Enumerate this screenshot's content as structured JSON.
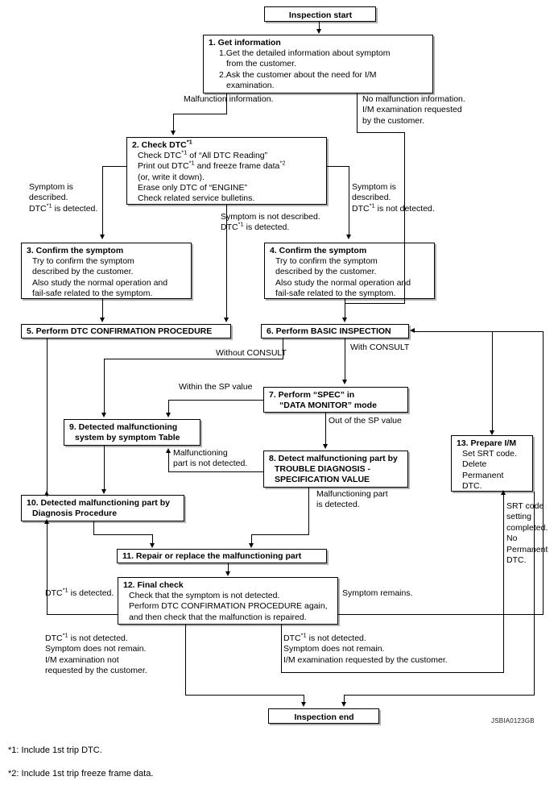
{
  "figure": {
    "code": "JSBIA0123GB"
  },
  "nodes": {
    "start": {
      "label": "Inspection start"
    },
    "end": {
      "label": "Inspection end"
    },
    "n1": {
      "title": "1. Get information",
      "lines": [
        "1.Get the detailed information about symptom",
        "from the customer.",
        "2.Ask the customer about the need for I/M",
        "examination."
      ]
    },
    "n2": {
      "title_pre": "2. Check DTC",
      "title_sup": "*1",
      "lines": [
        "Check DTC*1 of “All DTC Reading”",
        "Print out DTC*1 and freeze frame data*2",
        "(or, write it down).",
        "Erase only DTC of “ENGINE”",
        "Check related service bulletins."
      ]
    },
    "n3": {
      "title": "3. Confirm the symptom",
      "lines": [
        "Try to confirm the symptom",
        "described by the customer.",
        "Also study the normal operation and",
        "fail-safe related to the symptom."
      ]
    },
    "n4": {
      "title": "4. Confirm the symptom",
      "lines": [
        "Try to confirm the symptom",
        "described by the customer.",
        "Also study the normal operation and",
        "fail-safe related to the symptom."
      ]
    },
    "n5": {
      "title": "5. Perform DTC CONFIRMATION PROCEDURE"
    },
    "n6": {
      "title": "6. Perform BASIC INSPECTION"
    },
    "n7": {
      "title": "7. Perform “SPEC” in",
      "line2": "“DATA MONITOR” mode"
    },
    "n8": {
      "title": "8. Detect malfunctioning part by",
      "line2": "TROUBLE DIAGNOSIS -",
      "line3": "SPECIFICATION VALUE"
    },
    "n9": {
      "title": "9. Detected malfunctioning",
      "line2": "system by symptom Table"
    },
    "n10": {
      "title": "10. Detected malfunctioning part by",
      "line2": "Diagnosis Procedure"
    },
    "n11": {
      "title": "11. Repair or replace the malfunctioning part"
    },
    "n12": {
      "title": "12. Final check",
      "lines": [
        "Check that the symptom is not detected.",
        "Perform DTC CONFIRMATION PROCEDURE again,",
        "and then check that the malfunction is repaired."
      ]
    },
    "n13": {
      "title": "13. Prepare I/M",
      "lines": [
        "Set SRT code.",
        "Delete",
        "Permanent",
        "DTC."
      ]
    }
  },
  "edge_labels": {
    "malfunction_info": "Malfunction information.",
    "no_malfunction": [
      "No malfunction information.",
      "I/M examination requested",
      "by the customer."
    ],
    "sym_desc_dtc_det": [
      "Symptom is",
      "described.",
      "DTC*1 is detected."
    ],
    "sym_not_desc_dtc_det": [
      "Symptom is not described.",
      "DTC*1 is detected."
    ],
    "sym_desc_dtc_not_det": [
      "Symptom is",
      "described.",
      "DTC*1 is not detected."
    ],
    "without_consult": "Without CONSULT",
    "with_consult": "With CONSULT",
    "within_sp": "Within the SP value",
    "out_of_sp": "Out of the SP value",
    "malf_not_detected": [
      "Malfunctioning",
      "part is not detected."
    ],
    "malf_detected": [
      "Malfunctioning part",
      "is detected."
    ],
    "dtc_detected": "DTC*1 is detected.",
    "symptom_remains": "Symptom remains.",
    "srt_done": [
      "SRT code",
      "setting",
      "completed.",
      "No",
      "Permanent",
      "DTC."
    ],
    "exit_left": [
      "DTC*1 is not detected.",
      "Symptom does not remain.",
      "I/M examination not",
      "requested by the customer."
    ],
    "exit_right": [
      "DTC*1 is not detected.",
      "Symptom does not remain.",
      "I/M examination requested by the customer."
    ]
  },
  "footnotes": [
    "*1: Include 1st trip DTC.",
    "*2: Include 1st trip freeze frame data."
  ]
}
